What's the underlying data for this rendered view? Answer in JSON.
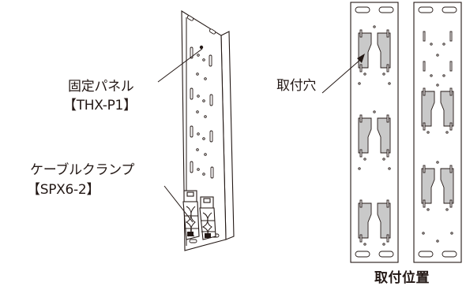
{
  "labels": {
    "panel_name": "固定パネル",
    "panel_code": "【THX-P1】",
    "clamp_name": "ケーブルクランプ",
    "clamp_code": "【SPX6-2】",
    "hole": "取付穴",
    "position": "取付位置"
  }
}
